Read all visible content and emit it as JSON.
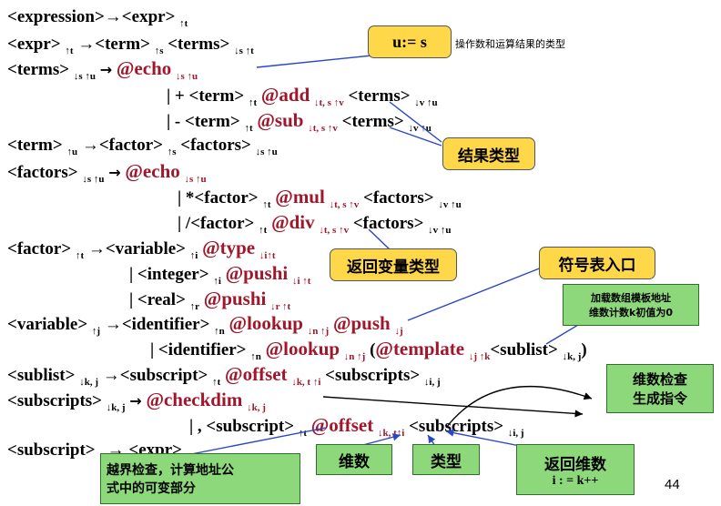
{
  "rules": [
    {
      "id": "r1",
      "parts": [
        "<expression>→<expr>",
        "↑t"
      ]
    },
    {
      "id": "r2",
      "parts": [
        "<expr>",
        "↑t",
        "→<term>",
        "↑s",
        "<terms>",
        "↓s ↑t"
      ]
    },
    {
      "id": "r3",
      "parts": [
        "<terms>",
        "↓s ↑u",
        "→",
        "@echo",
        "↓s ↑u"
      ]
    },
    {
      "id": "r4",
      "parts": [
        "| + <term>",
        "↑t",
        "@add",
        "↓t, s ↑v",
        "<terms>",
        "↓v ↑u"
      ]
    },
    {
      "id": "r5",
      "parts": [
        "| - <term>",
        "↑t",
        "@sub",
        "↓t, s ↑v",
        "<terms>",
        "↓v ↑u"
      ]
    },
    {
      "id": "r6",
      "parts": [
        "<term>",
        "↑u",
        "→<factor>",
        "↑s",
        "<factors>",
        "↓s ↑u"
      ]
    },
    {
      "id": "r7",
      "parts": [
        "<factors>",
        "↓s ↑u",
        "→",
        "@echo",
        "↓s ↑u"
      ]
    },
    {
      "id": "r8",
      "parts": [
        "| *<factor>",
        "↑t",
        "@mul",
        "↓t, s ↑v",
        "<factors>",
        "↓v ↑u"
      ]
    },
    {
      "id": "r9",
      "parts": [
        "| /<factor>",
        "↑t",
        "@div",
        "↓t, s ↑v",
        "<factors>",
        "↓v ↑u"
      ]
    },
    {
      "id": "r10",
      "parts": [
        "<factor>",
        "↑t",
        "→<variable>",
        "↑i",
        "@type",
        "↓i↑t"
      ]
    },
    {
      "id": "r11",
      "parts": [
        "| <integer>",
        "↑i",
        "@pushi",
        "↓i ↑t"
      ]
    },
    {
      "id": "r12",
      "parts": [
        "| <real>",
        "↑r",
        "@pushi",
        "↓r ↑t"
      ]
    },
    {
      "id": "r13",
      "parts": [
        "<variable>",
        "↑j",
        "→<identifier>",
        "↑n",
        "@lookup",
        "↓n ↑j",
        "@push",
        "↓j"
      ]
    },
    {
      "id": "r14",
      "parts": [
        "| <identifier>",
        "↑n",
        "@lookup",
        "↓n ↑j",
        "(",
        "@template",
        "↓j ↑k",
        "<sublist>",
        "↓k, j",
        ")"
      ]
    },
    {
      "id": "r15",
      "parts": [
        "<sublist>",
        "↓k, j",
        "→<subscript>",
        "↑t",
        "@offset",
        "↓k, t ↑i",
        "<subscripts>",
        "↓i, j"
      ]
    },
    {
      "id": "r16",
      "parts": [
        "<subscripts>",
        "↓k, j",
        "→",
        "@checkdim",
        "↓k, j"
      ]
    },
    {
      "id": "r17",
      "parts": [
        "| , <subscript>",
        "↑t",
        "@offset",
        "↓k, t↑i",
        "<subscripts>",
        "↓i, j"
      ]
    },
    {
      "id": "r18",
      "parts": [
        "<subscript>",
        "↓ ",
        "→ <expr>"
      ]
    }
  ],
  "callouts": {
    "us_box": "u:= s",
    "us_note": "操作数和运算结果的类型",
    "result_type": "结果类型",
    "return_var_type": "返回变量类型",
    "symtab_entry": "符号表入口",
    "load_template": [
      "加载数组模板地址",
      "维数计数k初值为0"
    ],
    "dim_check": [
      "维数检查",
      "生成指令"
    ],
    "dim": "维数",
    "type": "类型",
    "return_dim": "返回维数",
    "return_dim_sub": "i : = k++",
    "bounds_check": [
      "越界检查，计算地址公",
      "式中的可变部分"
    ]
  },
  "page_number": "44",
  "colors": {
    "action": "#a0162b",
    "yellow": "#ffd84a",
    "green": "#8dd87a",
    "arrow": "#2a46c8"
  }
}
